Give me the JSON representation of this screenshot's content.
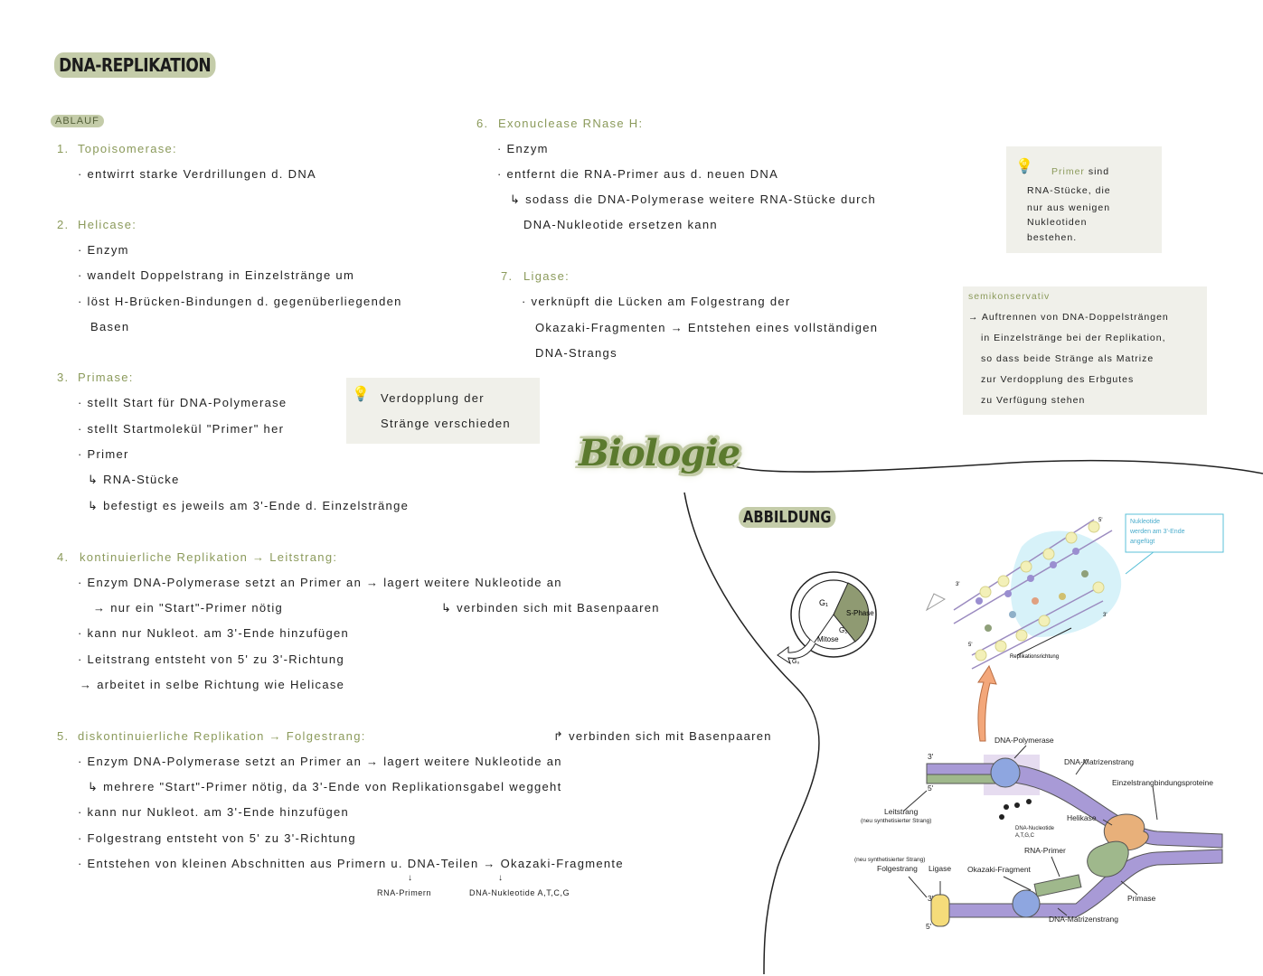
{
  "title": "DNA-REPLIKATION",
  "logo": "Biologie",
  "ablauf_label": "ABLAUF",
  "steps": [
    {
      "num": "1.",
      "label": "Topoisomerase:",
      "lines": [
        "· entwirrt starke Verdrillungen d. DNA"
      ]
    },
    {
      "num": "2.",
      "label": "Helicase:",
      "lines": [
        "· Enzym",
        "· wandelt Doppelstrang in Einzelstränge um",
        "· löst H-Brücken-Bindungen d. gegenüberliegenden",
        "Basen"
      ]
    },
    {
      "num": "3.",
      "label": "Primase:",
      "lines": [
        "· stellt Start für DNA-Polymerase",
        "· stellt Startmolekül \"Primer\" her",
        "· Primer",
        "↳ RNA-Stücke",
        "↳ befestigt es jeweils am 3'-Ende d. Einzelstränge"
      ]
    },
    {
      "num": "4.",
      "label": "kontinuierliche Replikation → Leitstrang:",
      "lines": [
        "· Enzym DNA-Polymerase setzt an Primer an → lagert weitere Nukleotide an",
        "→ nur ein \"Start\"-Primer nötig",
        "↳ verbinden sich mit Basenpaaren",
        "· kann nur Nukleot. am 3'-Ende hinzufügen",
        "· Leitstrang entsteht von 5' zu 3'-Richtung",
        "→ arbeitet in selbe Richtung wie Helicase"
      ]
    },
    {
      "num": "5.",
      "label": "diskontinuierliche Replikation → Folgestrang:",
      "lines": [
        "↱ verbinden sich mit Basenpaaren",
        "· Enzym DNA-Polymerase setzt an Primer an → lagert weitere Nukleotide an",
        "↳ mehrere \"Start\"-Primer nötig, da 3'-Ende von Replikationsgabel weggeht",
        "· kann nur Nukleot. am 3'-Ende hinzufügen",
        "· Folgestrang entsteht von 5' zu 3'-Richtung",
        "· Entstehen von kleinen Abschnitten aus Primern u. DNA-Teilen → Okazaki-Fragmente",
        "RNA-Primern",
        "DNA-Nukleotide A,T,C,G"
      ]
    },
    {
      "num": "6.",
      "label": "Exonuclease RNase H:",
      "lines": [
        "· Enzym",
        "· entfernt die RNA-Primer aus d. neuen DNA",
        "↳ sodass die DNA-Polymerase weitere RNA-Stücke durch",
        "DNA-Nukleotide ersetzen kann"
      ]
    },
    {
      "num": "7.",
      "label": "Ligase:",
      "lines": [
        "· verknüpft die Lücken am Folgestrang der",
        "Okazaki-Fragmenten → Entstehen eines vollständigen",
        "DNA-Strangs"
      ]
    }
  ],
  "tip_verdopplung": {
    "icon": "lightbulb-icon",
    "lines": [
      "Verdopplung der",
      "Stränge verschieden"
    ]
  },
  "tip_primer": {
    "icon": "lightbulb-icon",
    "highlight": "Primer",
    "lines": [
      "sind",
      "RNA-Stücke, die",
      "nur aus wenigen",
      "Nukleotiden",
      "bestehen."
    ]
  },
  "semikonservativ": {
    "label": "semikonservativ",
    "lines": [
      "→ Auftrennen von DNA-Doppelsträngen",
      "in Einzelstränge bei der Replikation,",
      "so dass beide Stränge als Matrize",
      "zur Verdopplung des Erbgutes",
      "zu Verfügung stehen"
    ]
  },
  "abbildung": {
    "label": "ABBILDUNG",
    "cell_cycle": {
      "g1": "G₁",
      "s_phase": "S-Phase",
      "g2": "G₂",
      "mitose": "Mitose",
      "g0": "G₀"
    },
    "strand": {
      "five_top": "5'",
      "three_left": "3'",
      "three_mid": "3'",
      "five_bottom": "5'",
      "direction": "Replikationsrichtung",
      "callout": [
        "Nukleotide",
        "werden am 3'-Ende",
        "angefügt"
      ]
    },
    "fork": {
      "polymerase": "DNA-Polymerase",
      "matrizen_top": "DNA-Matrizenstrang",
      "ssb": "Einzelstrangbindungsproteine",
      "leitstrang": "Leitstrang",
      "leit_sub": "(neu synthetisierter Strang)",
      "helikase": "Helikase",
      "nukleotide": "DNA-Nucleotide",
      "nukleotide_sub": "A,T,G,C",
      "rna_primer": "RNA-Primer",
      "folge_sub": "(neu synthetisierter Strang)",
      "folgestrang": "Folgestrang",
      "ligase": "Ligase",
      "okazaki": "Okazaki-Fragment",
      "primase": "Primase",
      "matrizen_bottom": "DNA-Matrizenstrang",
      "three_top": "3'",
      "five_top": "5'",
      "three_bottom": "3'",
      "five_bottom": "5'"
    }
  },
  "colors": {
    "heading": "#8b9a5b",
    "highlight": "#c4cca9",
    "note_bg": "#f0f0ea",
    "callout": "#5bc0d8",
    "strand": "#a08cc8"
  }
}
